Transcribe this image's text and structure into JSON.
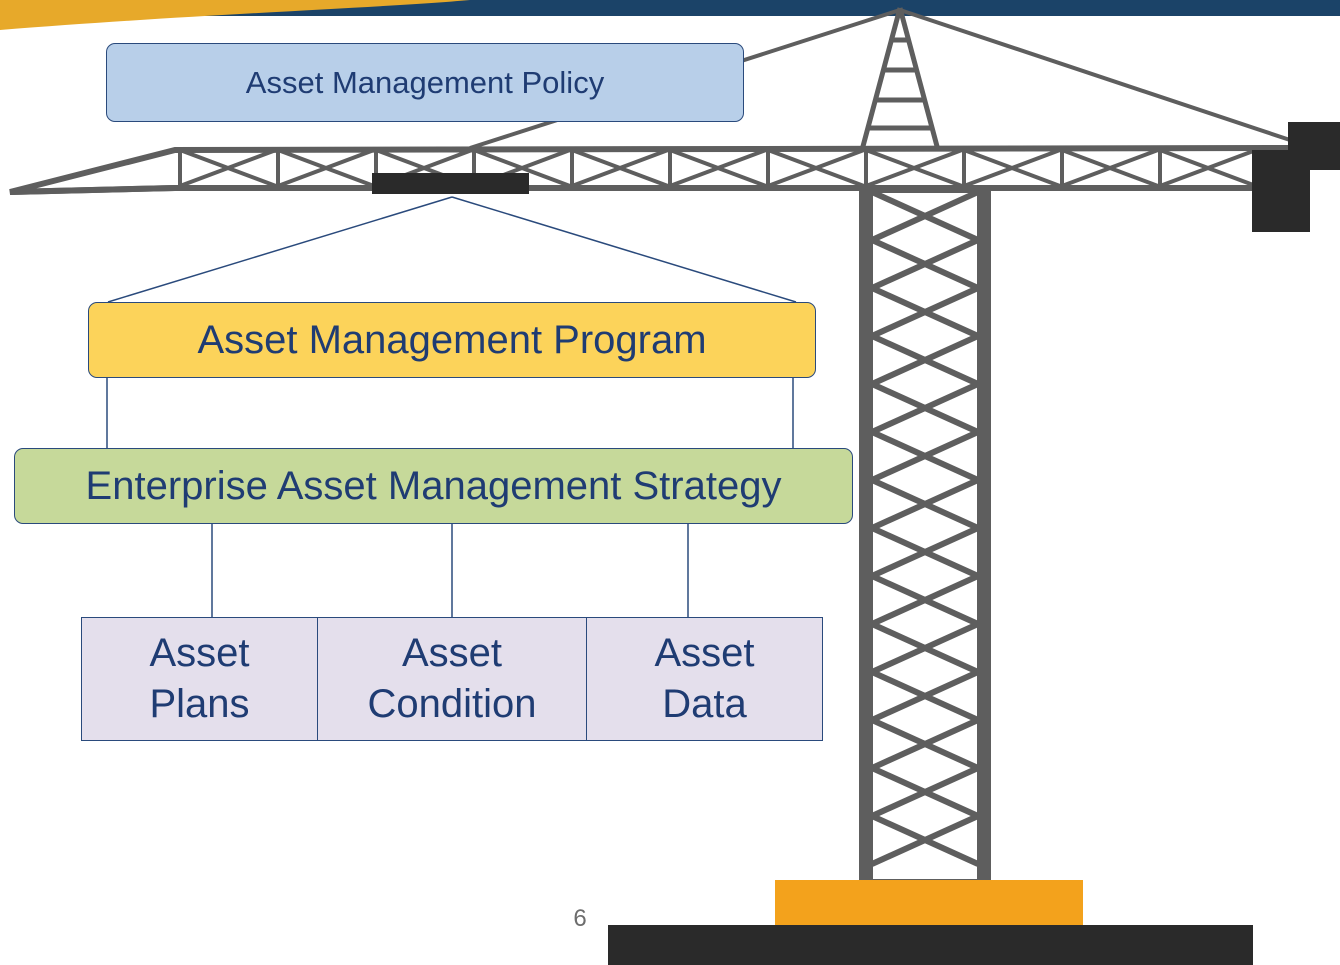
{
  "policy": {
    "label": "Asset Management Policy"
  },
  "program": {
    "label": "Asset Management Program"
  },
  "strategy": {
    "label": "Enterprise Asset Management Strategy"
  },
  "components": [
    {
      "line1": "Asset",
      "line2": "Plans"
    },
    {
      "line1": "Asset",
      "line2": "Condition"
    },
    {
      "line1": "Asset",
      "line2": "Data"
    }
  ],
  "page_number": "6",
  "colors": {
    "policy_fill": "#b8cfe9",
    "program_fill": "#fcd35a",
    "strategy_fill": "#c6d99a",
    "component_fill": "#e4dfec",
    "text": "#1f3c73",
    "header_navy": "#1b4368",
    "header_gold": "#e7a92a",
    "crane_gray": "#5e5e5e",
    "crane_base": "#2a2a2a",
    "crane_counterweight": "#f3a21c"
  }
}
